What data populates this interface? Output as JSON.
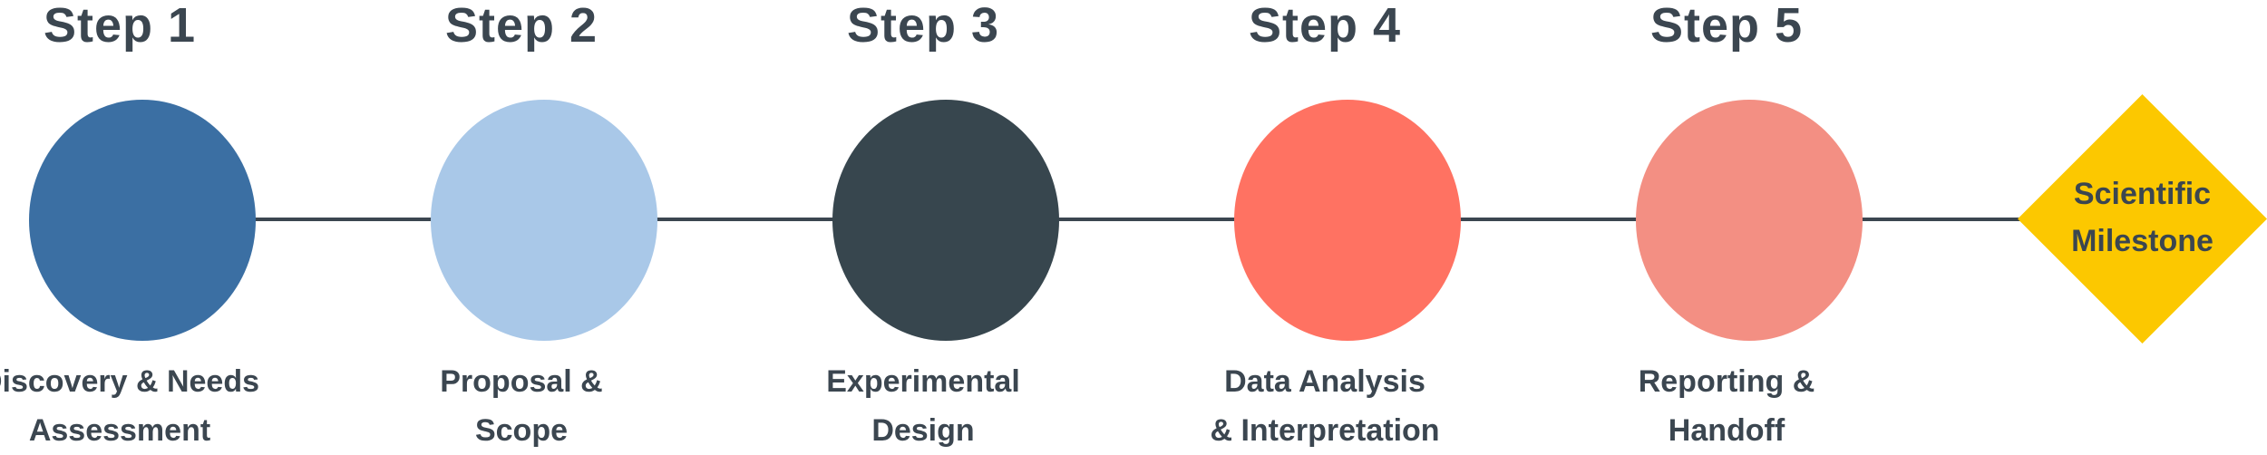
{
  "colors": {
    "connector": "#3b4650",
    "text": "#3b4650",
    "milestone": "#fcc800"
  },
  "steps": [
    {
      "title": "Step 1",
      "label_lines": [
        "Discovery & Needs",
        "Assessment"
      ],
      "color": "#3b6fa3"
    },
    {
      "title": "Step 2",
      "label_lines": [
        "Proposal &",
        "Scope"
      ],
      "color": "#a9c8e8"
    },
    {
      "title": "Step 3",
      "label_lines": [
        "Experimental",
        "Design"
      ],
      "color": "#37464e"
    },
    {
      "title": "Step 4",
      "label_lines": [
        "Data Analysis",
        "& Interpretation"
      ],
      "color": "#ff7262"
    },
    {
      "title": "Step 5",
      "label_lines": [
        "Reporting &",
        "Handoff"
      ],
      "color": "#f38f83"
    }
  ],
  "milestone": {
    "label_lines": [
      "Scientific",
      "Milestone"
    ],
    "shape": "diamond"
  }
}
